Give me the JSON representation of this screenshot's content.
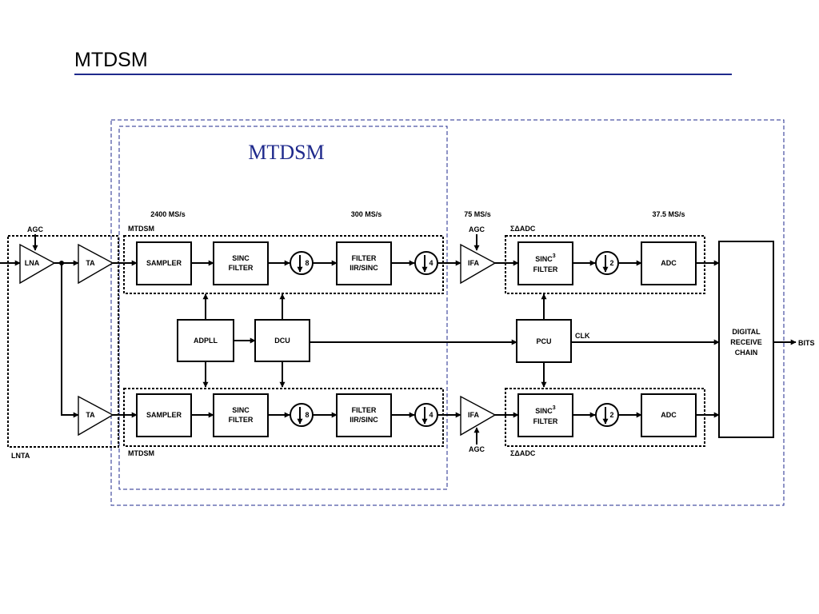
{
  "slide": {
    "title": "MTDSM"
  },
  "diagram": {
    "heading": "MTDSM",
    "rates": {
      "r1": "2400 MS/s",
      "r2": "300 MS/s",
      "r3": "75 MS/s",
      "r4": "37.5 MS/s"
    },
    "groups": {
      "mtdsm_top": "MTDSM",
      "mtdsm_bottom": "MTDSM",
      "sdadc_top": "ΣΔADC",
      "sdadc_bottom": "ΣΔADC",
      "lnta": "LNTA"
    },
    "agc": "AGC",
    "lna": "LNA",
    "ta": "TA",
    "ifa": "IFA",
    "sampler": "SAMPLER",
    "sinc_filter": [
      "SINC",
      "FILTER"
    ],
    "dec8": "8",
    "dec4": "4",
    "dec2": "2",
    "filter_iir": [
      "FILTER",
      "IIR/SINC"
    ],
    "sinc3_filter": {
      "base": "SINC",
      "exp": "3",
      "line2": "FILTER"
    },
    "adc": "ADC",
    "adpll": "ADPLL",
    "dcu": "DCU",
    "pcu": "PCU",
    "clk": "CLK",
    "digital_chain": [
      "DIGITAL",
      "RECEIVE",
      "CHAIN"
    ],
    "output": "BITS"
  }
}
